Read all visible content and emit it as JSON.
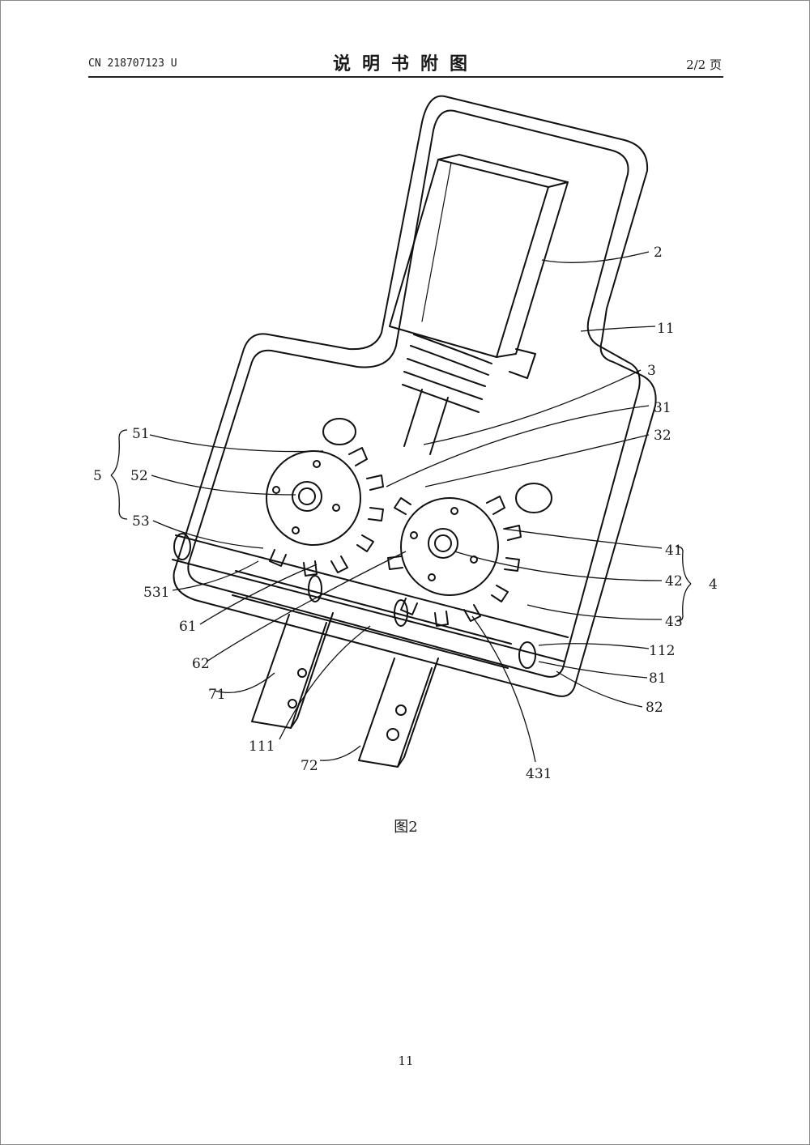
{
  "header": {
    "doc_number": "CN 218707123 U",
    "title": "说明书附图",
    "page_indicator": "2/2 页"
  },
  "figure": {
    "caption": "图2",
    "labels": {
      "l2": "2",
      "l11": "11",
      "l3": "3",
      "l31": "31",
      "l32": "32",
      "l51": "51",
      "l5": "5",
      "l52": "52",
      "l53": "53",
      "l531": "531",
      "l41": "41",
      "l4": "4",
      "l42": "42",
      "l43": "43",
      "l112": "112",
      "l81": "81",
      "l82": "82",
      "l61": "61",
      "l62": "62",
      "l71": "71",
      "l111": "111",
      "l72": "72",
      "l431": "431"
    }
  },
  "footer": {
    "page_number": "11"
  }
}
